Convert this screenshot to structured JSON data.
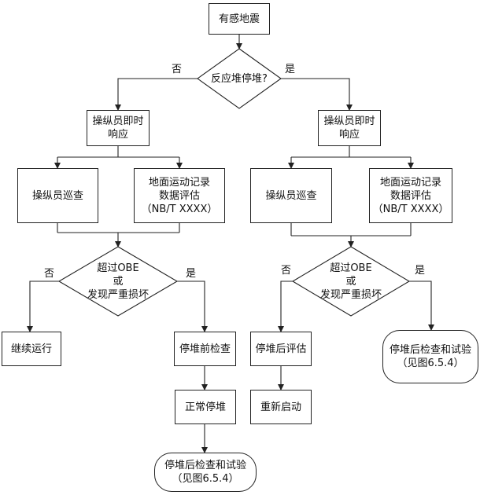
{
  "nodes": {
    "start": "有感地震",
    "decision_stop": "反应堆停堆?",
    "op_response_left": [
      "操纵员即时",
      "响应"
    ],
    "op_patrol_left": "操纵员巡查",
    "ground_eval_left": [
      "地面运动记录",
      "数据评估",
      "（NB/T XXXX）"
    ],
    "decision_obe_left": [
      "超过OBE",
      "或",
      "发现严重损坏"
    ],
    "continue_run": "继续运行",
    "pre_shutdown_check": "停堆前检查",
    "normal_shutdown": "正常停堆",
    "post_shutdown_test_left": [
      "停堆后检查和试验",
      "（见图6.5.4）"
    ],
    "op_response_right": [
      "操纵员即时",
      "响应"
    ],
    "op_patrol_right": "操纵员巡查",
    "ground_eval_right": [
      "地面运动记录",
      "数据评估",
      "（NB/T XXXX）"
    ],
    "decision_obe_right": [
      "超过OBE",
      "或",
      "发现严重损坏"
    ],
    "post_shutdown_eval": "停堆后评估",
    "restart": "重新启动",
    "post_shutdown_test_right": [
      "停堆后检查和试验",
      "（见图6.5.4）"
    ]
  },
  "branches": {
    "no": "否",
    "yes": "是"
  },
  "colors": {
    "line": "#222222",
    "fill": "#ffffff",
    "text": "#111111"
  }
}
